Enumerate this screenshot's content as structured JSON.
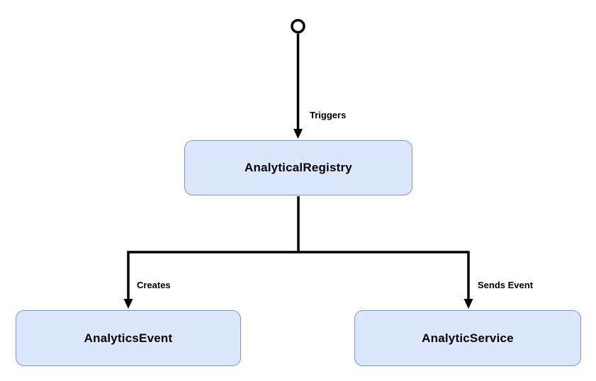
{
  "diagram": {
    "title": "",
    "start_node": {
      "type": "initial-node-circle"
    },
    "nodes": [
      {
        "id": "analytical-registry",
        "label": "AnalyticalRegistry"
      },
      {
        "id": "analytics-event",
        "label": "AnalyticsEvent"
      },
      {
        "id": "analytic-service",
        "label": "AnalyticService"
      }
    ],
    "edges": [
      {
        "from": "start",
        "to": "analytical-registry",
        "label": "Triggers"
      },
      {
        "from": "analytical-registry",
        "to": "analytics-event",
        "label": "Creates"
      },
      {
        "from": "analytical-registry",
        "to": "analytic-service",
        "label": "Sends Event"
      }
    ],
    "colors": {
      "node_fill": "#dbe8fb",
      "node_stroke": "#7e96b8",
      "connector": "#000000",
      "label_text": "#000000",
      "background": "#ffffff"
    }
  }
}
